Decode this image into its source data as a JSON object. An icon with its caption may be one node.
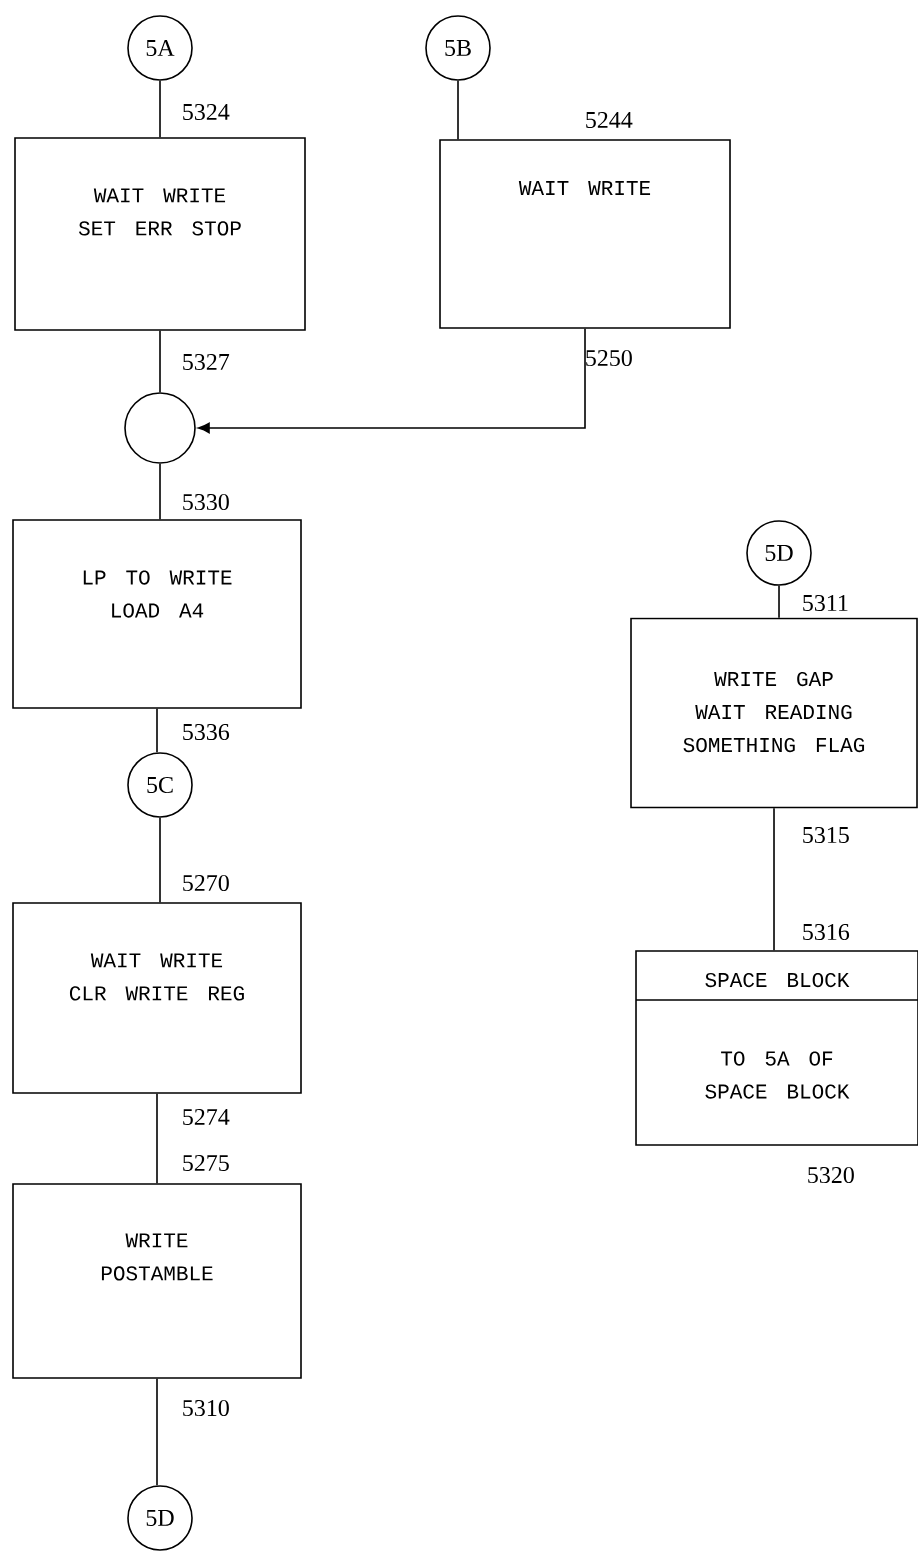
{
  "diagram": {
    "nodes": [
      {
        "text": [
          "5A"
        ]
      },
      {
        "text": [
          "WAIT WRITE SET ERR STOP"
        ],
        "beside": [
          "5324",
          "5327"
        ]
      },
      {
        "text": [
          "5B"
        ]
      },
      {
        "text": [
          "WAIT WRITE"
        ],
        "beside": [
          "5244",
          "5250"
        ]
      },
      {
        "text": [],
        "shape": "circle"
      },
      {
        "text": [
          "LP TO WRITE LOAD A4"
        ],
        "beside": [
          "5330",
          "5336"
        ]
      },
      {
        "text": [
          "5C"
        ]
      },
      {
        "text": [
          "WAIT WRITE CLR WRITE REG"
        ],
        "beside": [
          "5270",
          "5274"
        ]
      },
      {
        "text": [
          "WRITE POSTAMBLE"
        ],
        "beside": [
          "5275",
          "5310"
        ]
      },
      {
        "text": [
          "5D"
        ]
      },
      {
        "text": [
          "5D"
        ]
      },
      {
        "text": [
          "WRITE GAP WAIT READING SOMETHING FLAG"
        ],
        "beside": [
          "5311",
          "5315"
        ]
      },
      {
        "text": [
          "SPACE BLOCK",
          "TO 5A OF SPACE BLOCK"
        ],
        "beside": [
          "5316",
          "5320"
        ]
      }
    ],
    "edges": [
      {
        "from": 0,
        "to": 1,
        "arrow": "none"
      },
      {
        "from": 2,
        "to": 3,
        "arrow": "none"
      },
      {
        "from": 1,
        "to": 4,
        "arrow": "none"
      },
      {
        "from": 3,
        "to": 4,
        "arrow": "to"
      },
      {
        "from": 4,
        "to": 5,
        "arrow": "none"
      },
      {
        "from": 5,
        "to": 6,
        "arrow": "none"
      },
      {
        "from": 6,
        "to": 7,
        "arrow": "none"
      },
      {
        "from": 7,
        "to": 8,
        "arrow": "none"
      },
      {
        "from": 8,
        "to": 9,
        "arrow": "none"
      },
      {
        "from": 10,
        "to": 11,
        "arrow": "none"
      },
      {
        "from": 11,
        "to": 12,
        "arrow": "none"
      }
    ]
  }
}
